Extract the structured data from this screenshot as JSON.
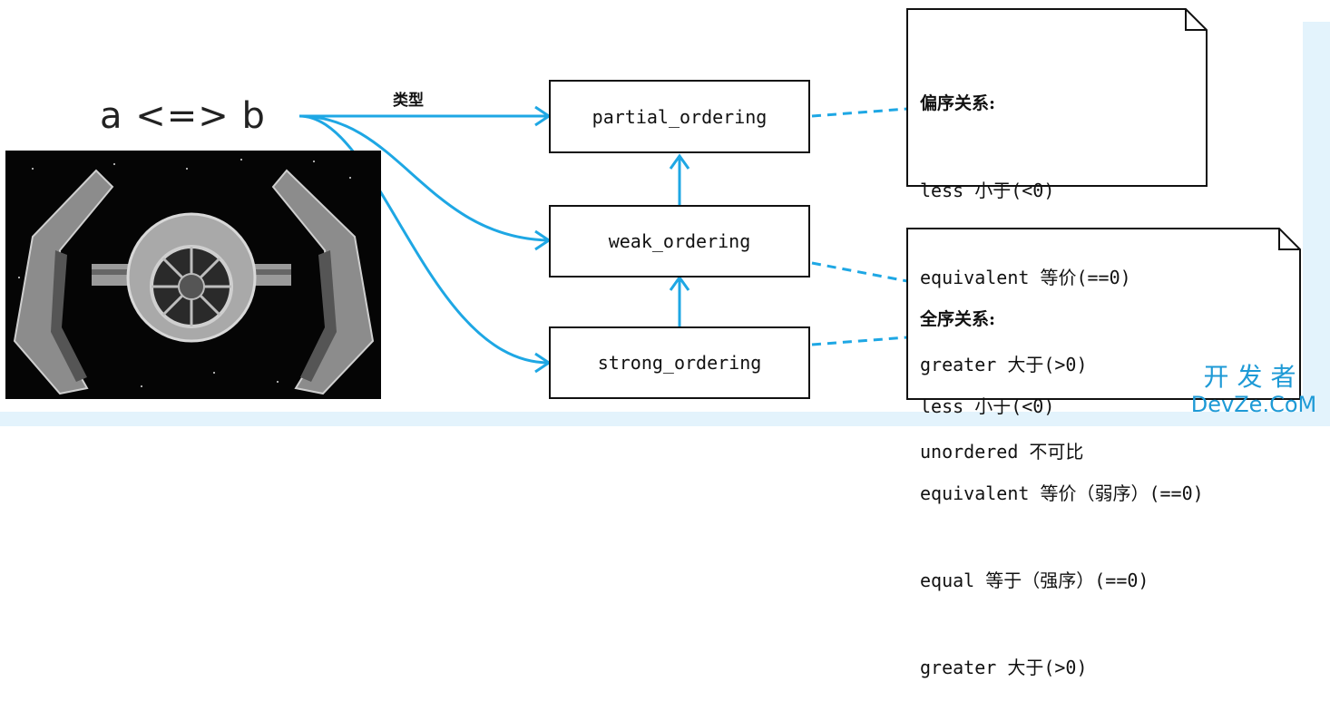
{
  "expression": "a <=> b",
  "type_label": "类型",
  "boxes": {
    "partial": "partial_ordering",
    "weak": "weak_ordering",
    "strong": "strong_ordering"
  },
  "partial_note": {
    "title": "偏序关系:",
    "lines": [
      "less 小于(<0)",
      "equivalent 等价(==0)",
      "greater 大于(>0)",
      "unordered 不可比"
    ]
  },
  "total_note": {
    "title": "全序关系:",
    "lines": [
      "less 小于(<0)",
      "equivalent 等价（弱序）(==0)",
      "equal 等于（强序）(==0)",
      "greater 大于(>0)"
    ]
  },
  "watermark": {
    "cn": "开发者",
    "en": "DevZe.CoM"
  },
  "colors": {
    "arrow": "#1ea7e4",
    "watermark": "#1e9ad6",
    "panel": "#e3f3fc"
  }
}
